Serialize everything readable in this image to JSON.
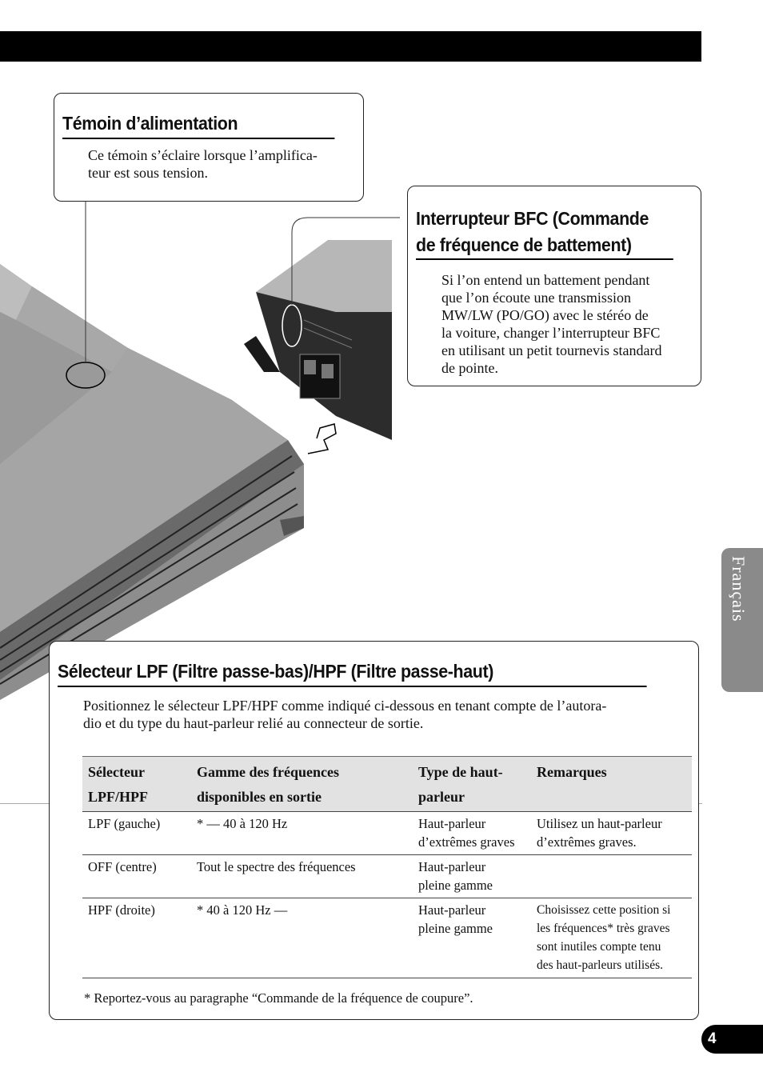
{
  "power_indicator": {
    "title": "Témoin d’alimentation",
    "lines": [
      "Ce témoin s’éclaire lorsque l’amplifica-",
      "teur est sous tension."
    ]
  },
  "bfc_switch": {
    "title_lines": [
      "Interrupteur BFC (Commande",
      "de fréquence de battement)"
    ],
    "lines": [
      "Si l’on entend un battement pendant",
      "que l’on écoute une transmission",
      "MW/LW (PO/GO) avec le stéréo de",
      "la voiture, changer l’interrupteur BFC",
      "en utilisant un petit tournevis standard",
      "de pointe."
    ]
  },
  "lpf_hpf": {
    "title": "Sélecteur LPF (Filtre passe-bas)/HPF (Filtre passe-haut)",
    "intro_lines": [
      "Positionnez le sélecteur LPF/HPF comme indiqué ci-dessous en tenant compte de l’autora-",
      "dio et du type du haut-parleur relié au connecteur de sortie."
    ],
    "table": {
      "headers": [
        [
          "Sélecteur",
          "LPF/HPF"
        ],
        [
          "Gamme des fréquences",
          "disponibles en sortie"
        ],
        [
          "Type de haut-",
          "parleur"
        ],
        [
          "Remarques"
        ]
      ],
      "rows": [
        [
          [
            "LPF (gauche)"
          ],
          [
            "* — 40 à 120 Hz"
          ],
          [
            "Haut-parleur",
            "d’extrêmes graves"
          ],
          [
            "Utilisez un haut-parleur",
            "d’extrêmes graves."
          ]
        ],
        [
          [
            "OFF (centre)"
          ],
          [
            "Tout le spectre des fréquences"
          ],
          [
            "Haut-parleur",
            "pleine gamme"
          ],
          []
        ],
        [
          [
            "HPF (droite)"
          ],
          [
            "* 40 à 120 Hz —"
          ],
          [
            "Haut-parleur",
            "pleine gamme"
          ],
          [
            "Choisissez cette position si",
            "les fréquences* très graves",
            "sont inutiles compte tenu",
            "des haut-parleurs utilisés."
          ]
        ]
      ]
    },
    "footnote": "*  Reportez-vous au paragraphe “Commande de la fréquence de coupure”."
  },
  "language_tab": "Français",
  "page_number": "4"
}
